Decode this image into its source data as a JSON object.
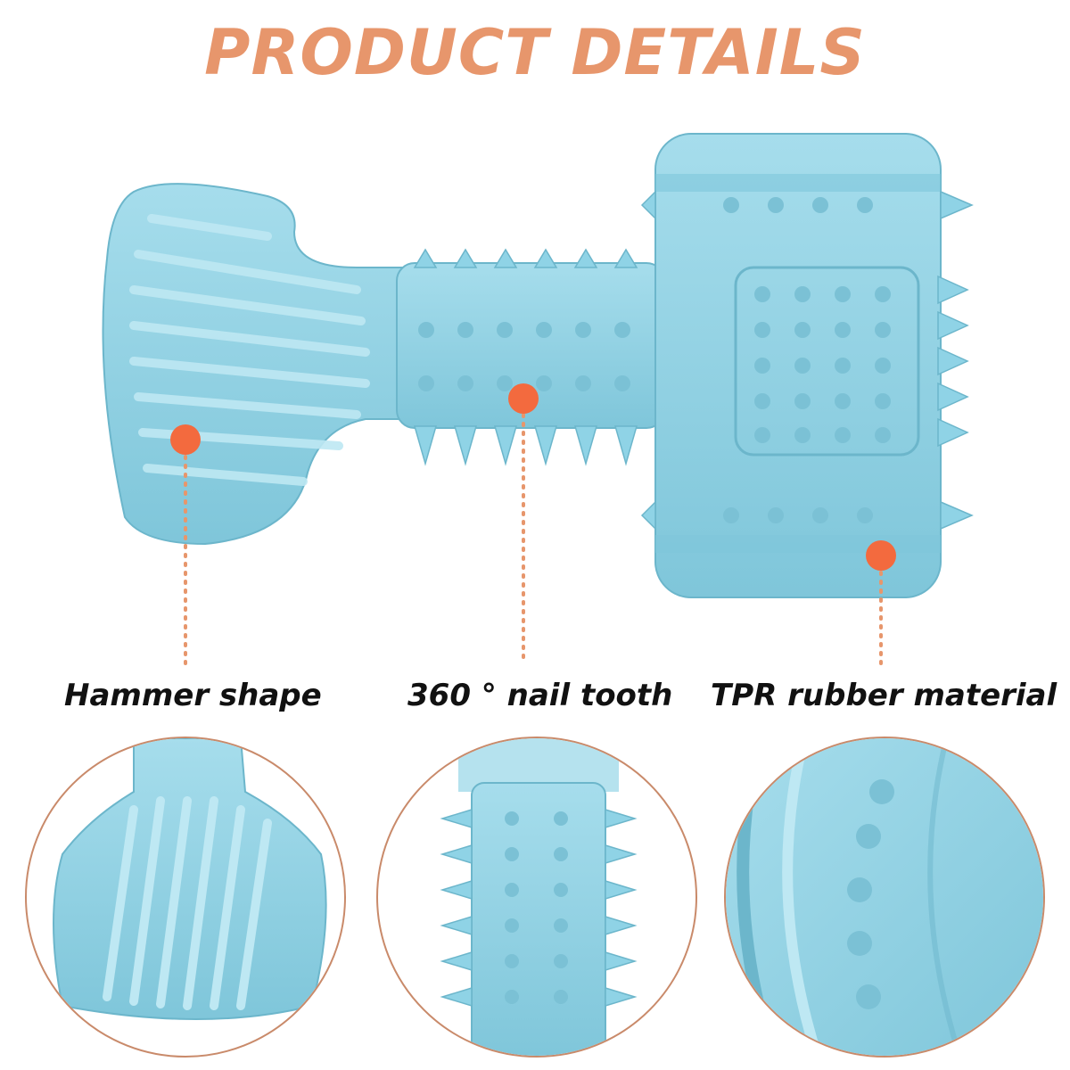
{
  "header": {
    "title": "PRODUCT DETAILS"
  },
  "features": [
    {
      "label": "Hammer shape",
      "icon": "hammer-head-closeup"
    },
    {
      "label": "360 ° nail tooth",
      "icon": "nail-tooth-closeup"
    },
    {
      "label": "TPR rubber material",
      "icon": "rubber-material-closeup"
    }
  ],
  "colors": {
    "title": "#E7966C",
    "toy": "#8FD3E6",
    "toy_shadow": "#6CB6CB",
    "marker": "#F36A3E",
    "circle_border": "#C98A6A"
  }
}
